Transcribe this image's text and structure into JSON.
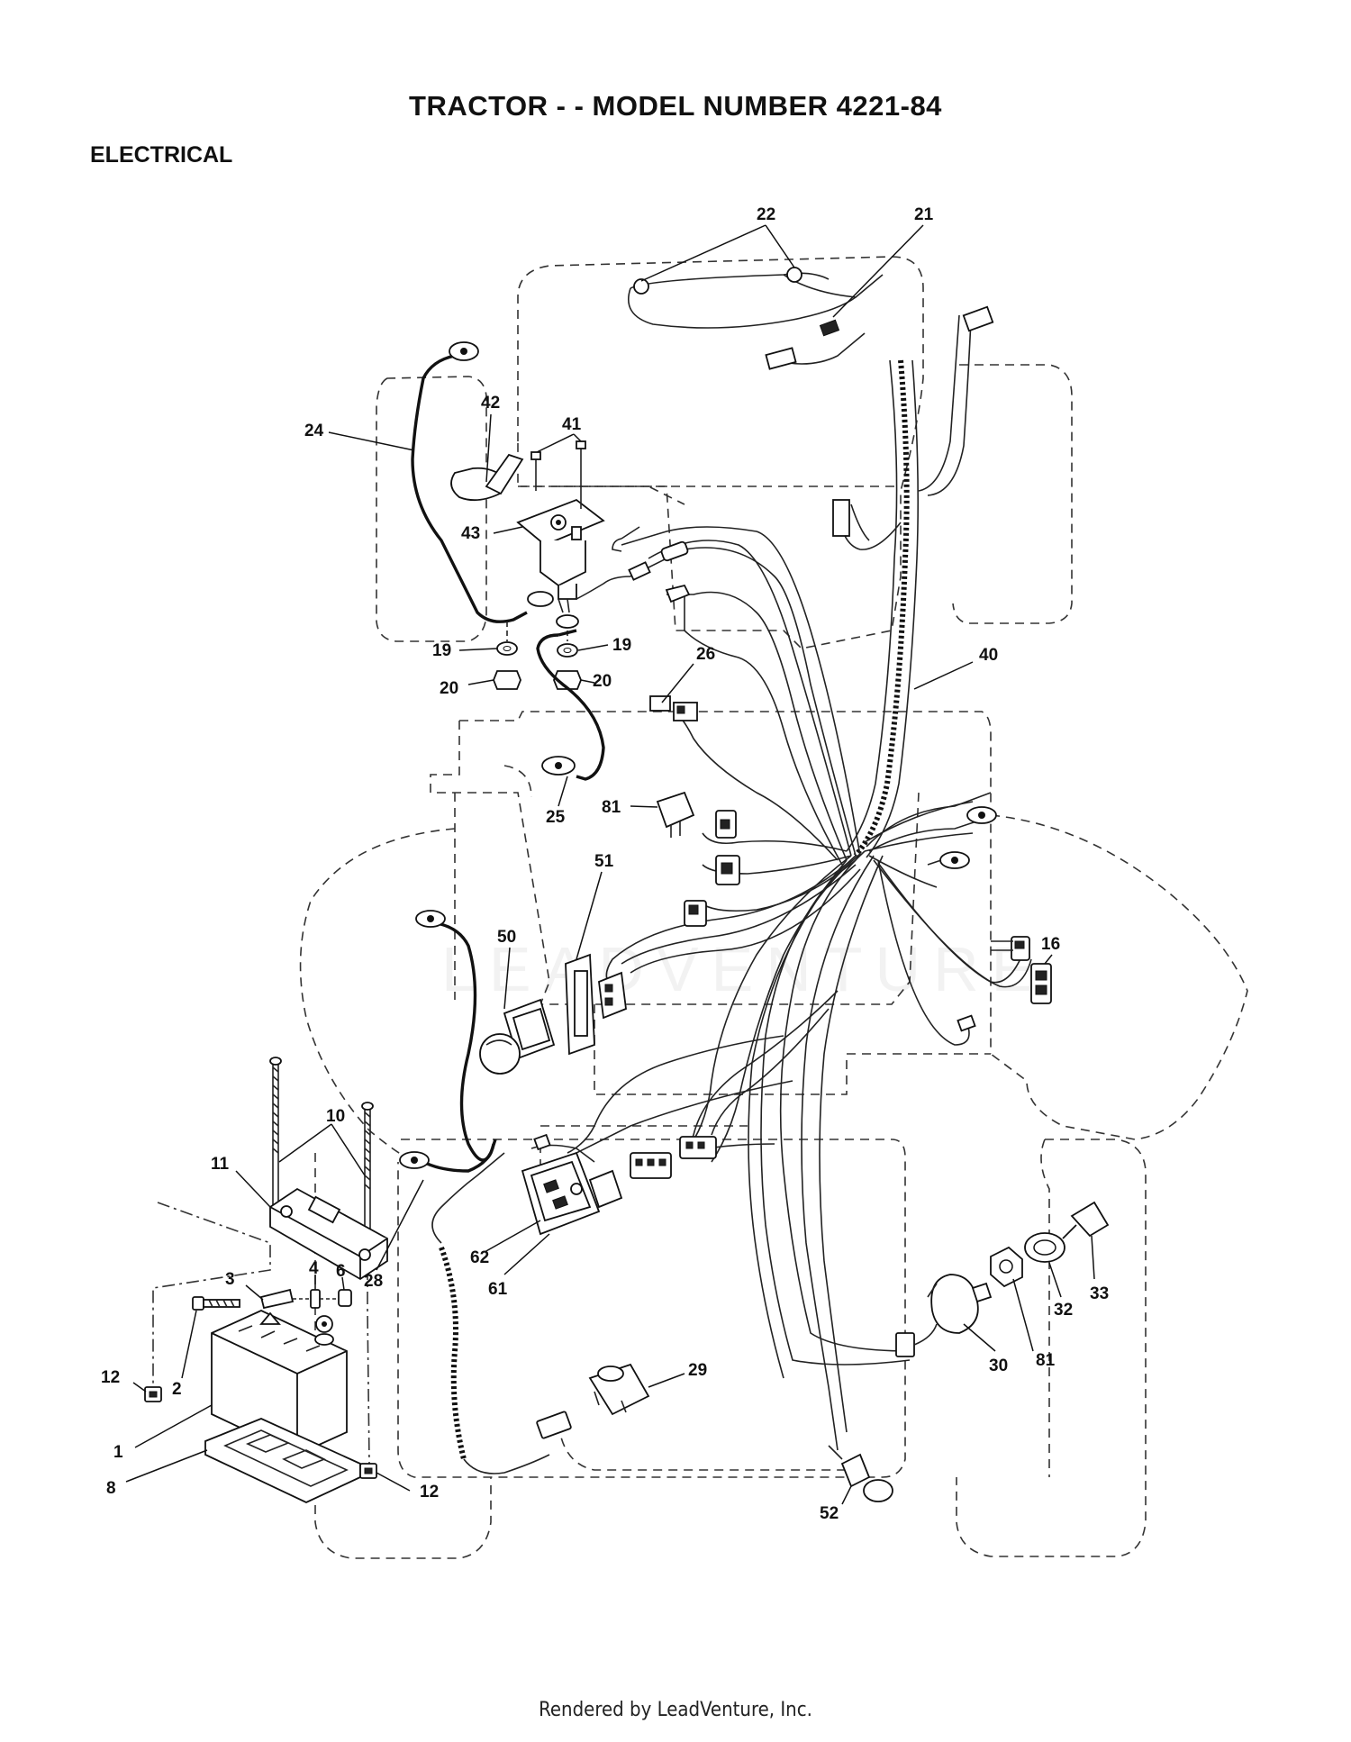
{
  "header": {
    "title": "TRACTOR - - MODEL NUMBER 4221-84",
    "section": "ELECTRICAL"
  },
  "callouts": [
    {
      "id": "c22",
      "label": "22"
    },
    {
      "id": "c21",
      "label": "21"
    },
    {
      "id": "c24",
      "label": "24"
    },
    {
      "id": "c42",
      "label": "42"
    },
    {
      "id": "c41",
      "label": "41"
    },
    {
      "id": "c43",
      "label": "43"
    },
    {
      "id": "c19a",
      "label": "19"
    },
    {
      "id": "c19b",
      "label": "19"
    },
    {
      "id": "c20a",
      "label": "20"
    },
    {
      "id": "c20b",
      "label": "20"
    },
    {
      "id": "c26",
      "label": "26"
    },
    {
      "id": "c40",
      "label": "40"
    },
    {
      "id": "c25",
      "label": "25"
    },
    {
      "id": "c81a",
      "label": "81"
    },
    {
      "id": "c51",
      "label": "51"
    },
    {
      "id": "c50",
      "label": "50"
    },
    {
      "id": "c16",
      "label": "16"
    },
    {
      "id": "c10",
      "label": "10"
    },
    {
      "id": "c11",
      "label": "11"
    },
    {
      "id": "c28",
      "label": "28"
    },
    {
      "id": "c62",
      "label": "62"
    },
    {
      "id": "c61",
      "label": "61"
    },
    {
      "id": "c3",
      "label": "3"
    },
    {
      "id": "c4",
      "label": "4"
    },
    {
      "id": "c6",
      "label": "6"
    },
    {
      "id": "c12a",
      "label": "12"
    },
    {
      "id": "c2",
      "label": "2"
    },
    {
      "id": "c1",
      "label": "1"
    },
    {
      "id": "c8",
      "label": "8"
    },
    {
      "id": "c12b",
      "label": "12"
    },
    {
      "id": "c29",
      "label": "29"
    },
    {
      "id": "c30",
      "label": "30"
    },
    {
      "id": "c81b",
      "label": "81"
    },
    {
      "id": "c32",
      "label": "32"
    },
    {
      "id": "c33",
      "label": "33"
    },
    {
      "id": "c52",
      "label": "52"
    }
  ],
  "watermark": "LEADVENTURE",
  "footer": "Rendered by LeadVenture, Inc."
}
